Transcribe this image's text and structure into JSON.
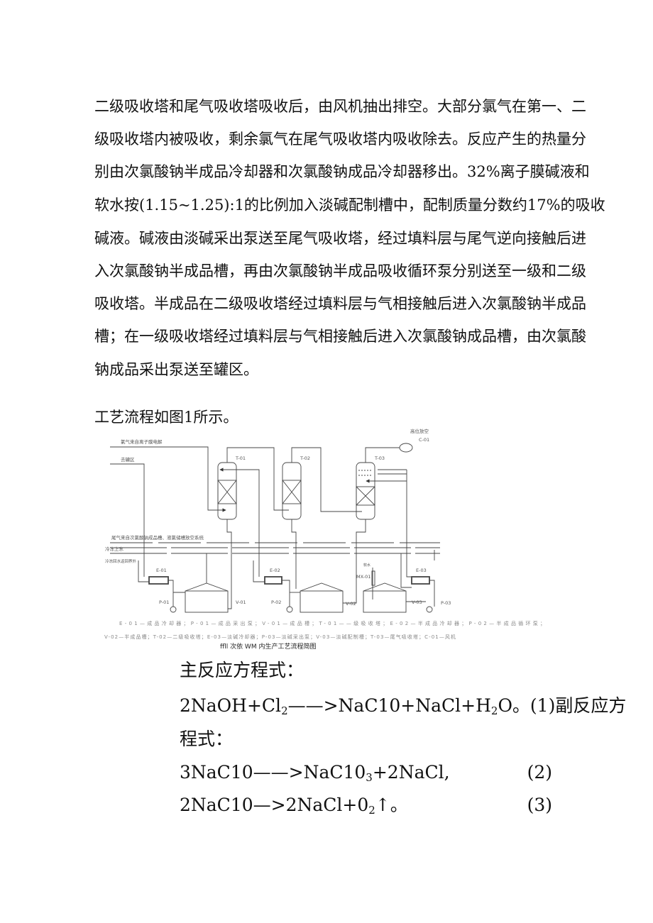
{
  "paragraph_lines": [
    "二级吸收塔和尾气吸收塔吸收后，由风机抽出排空。大部分氯气在第一、二",
    "级吸收塔内被吸收，剩余氯气在尾气吸收塔内吸收除去。反应产生的热量分",
    "别由次氯酸钠半成品冷却器和次氯酸钠成品冷却器移出。32%离子膜碱液和",
    "软水按(1.15~1.25):1的比例加入淡碱配制槽中，配制质量分数约17%的吸收",
    "碱液。碱液由淡碱采出泵送至尾气吸收塔，经过填料层与尾气逆向接触后进",
    "入次氯酸钠半成品槽，再由次氯酸钠半成品吸收循环泵分别送至一级和二级",
    "吸收塔。半成品在二级吸收塔经过填料层与气相接触后进入次氯酸钠半成品",
    "槽；在一级吸收塔经过填料层与气相接触后进入次氯酸钠成品槽，由次氯酸",
    "钠成品采出泵送至罐区。"
  ],
  "figure_intro": "工艺流程如图1所示。",
  "diagram": {
    "inlet_chlorine": "氯气来自离子膜电解",
    "to_tank_farm": "去罐区",
    "tail_gas_in": "尾气来自次氯酸钠成品槽、液氯储槽放空系统",
    "cooling_water_supply": "冷冻上水",
    "cooling_water_return": "冷冻回水返回界外",
    "vent": "高位放空",
    "equipment": {
      "T01": "T-01",
      "T02": "T-02",
      "T03": "T-03",
      "E01": "E-01",
      "E02": "E-02",
      "E03": "E-03",
      "V01": "V-01",
      "V02": "V-02",
      "V03": "V-03",
      "P01": "P-01",
      "P02": "P-02",
      "P03": "P-03",
      "C01": "C-01",
      "MX01": "MX-01",
      "soft_water": "软水"
    },
    "legend_line1": "E-01—成品冷却器；P-01—成品采出泵；V-01—成品槽；T-01——级吸收塔；E-02—半成品冷却器；P-02—半成品循环泵；",
    "legend_line2": "V-02—半成品槽；T-02—二级吸收塔；E-03—淡碱冷却器；P-03—淡碱采出泵；V-03—淡碱配制槽；T-03—尾气吸收塔；C-01—风机",
    "caption": "ffll 次依 WM 内生产工艺流程简图"
  },
  "equations": {
    "main_heading": "主反应方程式：",
    "eq1_parts": [
      "2NaOH+Cl",
      "2",
      "——>NaC10+NaCl+H",
      "2",
      "O。(1)副反应方"
    ],
    "side_heading_cont": "程式：",
    "eq2_parts": [
      "3NaC10——>NaC10",
      "3",
      "+2NaCl,"
    ],
    "eq2_no": "(2)",
    "eq3_parts": [
      "2NaC10—>2NaCl+0",
      "2",
      "↑。"
    ],
    "eq3_no": "(3)"
  }
}
